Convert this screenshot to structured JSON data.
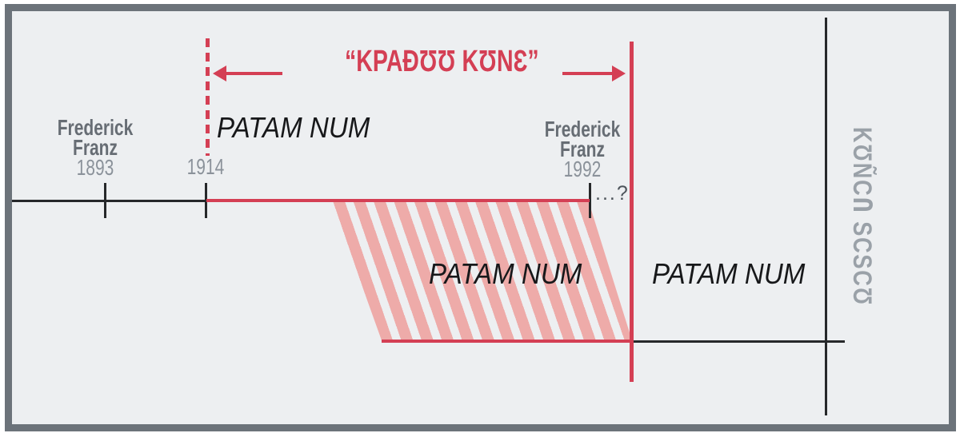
{
  "colors": {
    "accent_red": "#d43f54",
    "hatch_pink": "#eeaba9",
    "name_gray": "#676d74",
    "year_gray": "#8b929a",
    "side_text_gray": "#9aa1a8",
    "line_black": "#26282a",
    "frame_border": "#6c737a",
    "background": "#edeff1"
  },
  "header": {
    "quoted_title": "“KPAĐƱƱ KƱNƐ”"
  },
  "annotations": {
    "patam_top_left": "PATAM NUM",
    "patam_hatch": "PATAM NUM",
    "patam_right": "PATAM NUM",
    "continuation": "...?",
    "side_vertical": "KƱÑCՈ SCSCƱ"
  },
  "timeline": {
    "person_start": {
      "line1": "Frederick",
      "line2": "Franz",
      "year": "1893"
    },
    "era_start_year": "1914",
    "person_end": {
      "line1": "Frederick",
      "line2": "Franz",
      "year": "1992"
    }
  }
}
